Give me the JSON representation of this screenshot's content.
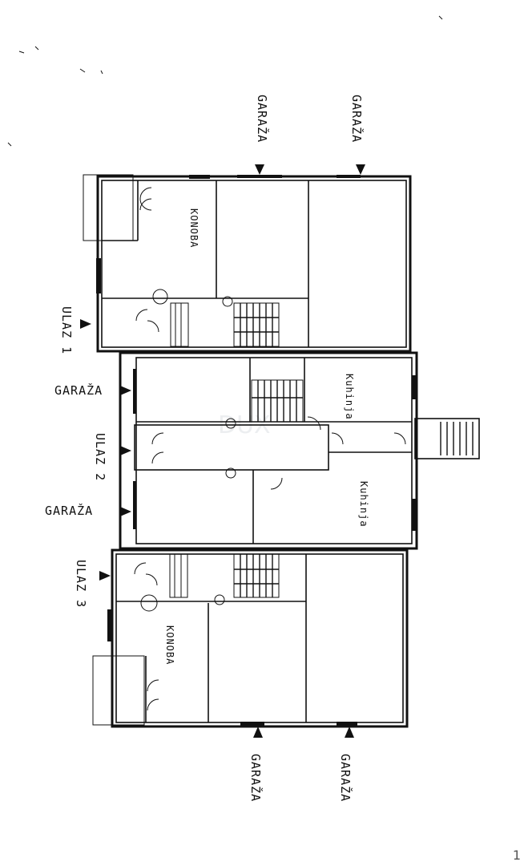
{
  "labels": {
    "garaza_top_1": "GARAŽA",
    "garaza_top_2": "GARAŽA",
    "ulaz_1": "ULAZ 1",
    "garaza_left_1": "GARAŽA",
    "ulaz_2": "ULAZ 2",
    "garaza_left_2": "GARAŽA",
    "ulaz_3": "ULAZ 3",
    "garaza_bottom_1": "GARAŽA",
    "garaza_bottom_2": "GARAŽA",
    "room_konoba_1": "KONOBA",
    "room_konoba_2": "KONOBA",
    "room_kuhinja_1": "Kuhinja",
    "room_kuhinja_2": "Kuhinja"
  },
  "watermark": "DUX",
  "page_number": "1"
}
